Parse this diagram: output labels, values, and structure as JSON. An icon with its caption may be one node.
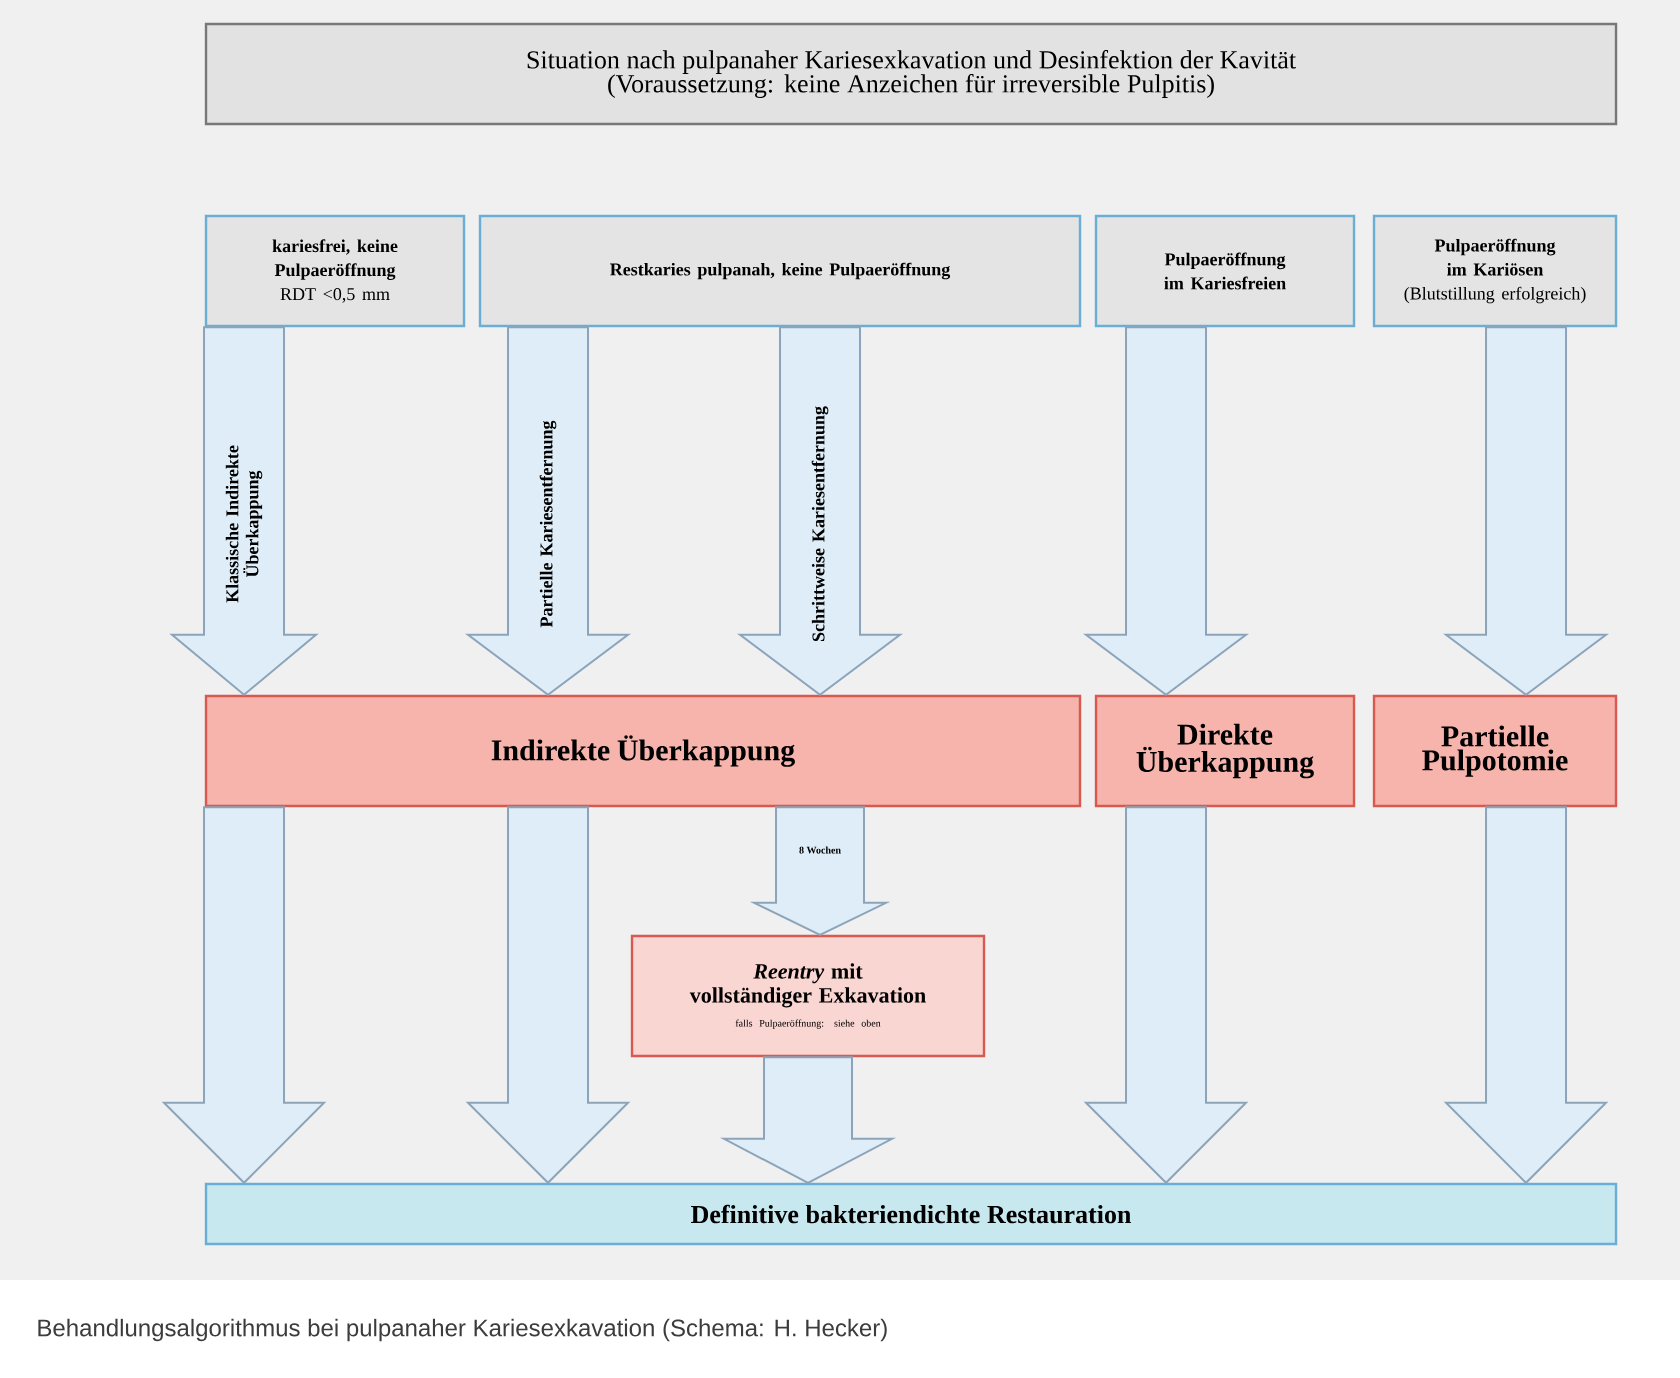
{
  "diagram": {
    "caption": "Behandlungsalgorithmus bei pulpanaher Kariesexkavation (Schema: H. Hecker)",
    "nodes": [
      {
        "text": [
          "Situation nach pulpanaher Kariesexkavation und Desinfektion der Kavität",
          "(Voraussetzung: keine Anzeichen für irreversible Pulpitis)"
        ]
      },
      {
        "text": [
          "kariesfrei, keine Pulpaeröffnung",
          "RDT <0,5 mm"
        ]
      },
      {
        "text": [
          "Restkaries pulpanah, keine Pulpaeröffnung"
        ]
      },
      {
        "text": [
          "Pulpaeröffnung im Kariesfreien"
        ]
      },
      {
        "text": [
          "Pulpaeröffnung im Kariösen",
          "(Blutstillung erfolgreich)"
        ]
      },
      {
        "text": [
          "Indirekte Überkappung"
        ]
      },
      {
        "text": [
          "Direkte Überkappung"
        ]
      },
      {
        "text": [
          "Partielle Pulpotomie"
        ]
      },
      {
        "text": [
          "*Reentry* mit vollständiger Exkavation",
          "falls Pulpaeröffnung: siehe oben"
        ]
      },
      {
        "text": [
          "Definitive bakteriendichte Restauration"
        ]
      }
    ],
    "edges": [
      {
        "from": 1,
        "to": 5,
        "arrow": "to",
        "label": "Klassische Indirekte Überkappung"
      },
      {
        "from": 2,
        "to": 5,
        "arrow": "to",
        "label": "Partielle Kariesentfernung"
      },
      {
        "from": 2,
        "to": 5,
        "arrow": "to",
        "label": "Schrittweise Kariesentfernung"
      },
      {
        "from": 3,
        "to": 6,
        "arrow": "to"
      },
      {
        "from": 4,
        "to": 7,
        "arrow": "to"
      },
      {
        "from": 5,
        "to": 9,
        "arrow": "to"
      },
      {
        "from": 5,
        "to": 9,
        "arrow": "to"
      },
      {
        "from": 5,
        "to": 8,
        "arrow": "to",
        "label": "8 Wochen"
      },
      {
        "from": 8,
        "to": 9,
        "arrow": "to"
      },
      {
        "from": 6,
        "to": 9,
        "arrow": "to"
      },
      {
        "from": 7,
        "to": 9,
        "arrow": "to"
      }
    ]
  }
}
